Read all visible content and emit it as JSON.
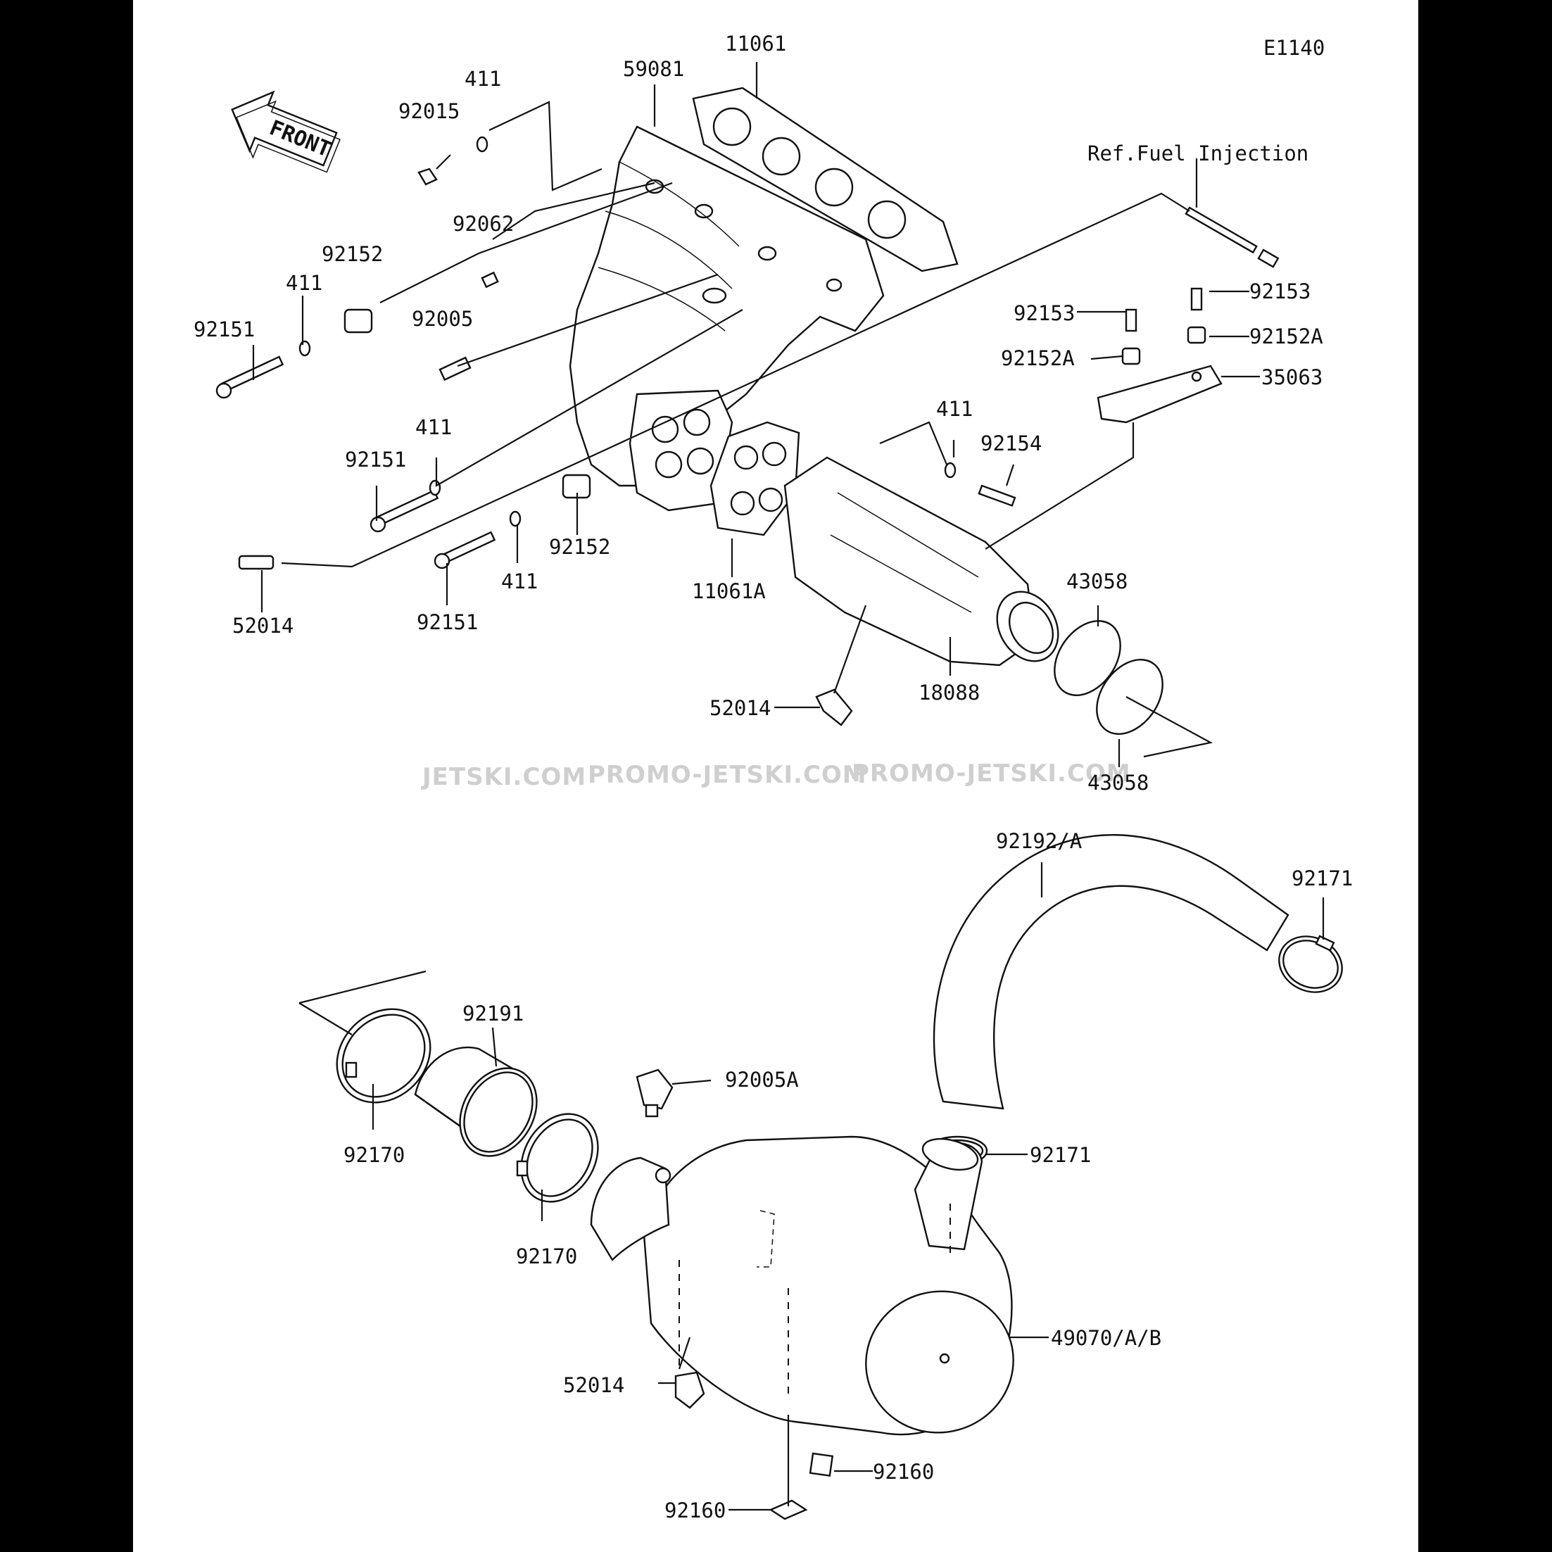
{
  "diagram_id": "E1140",
  "reference_note": "Ref.Fuel Injection",
  "front_arrow_label": "FRONT",
  "watermarks": [
    "JETSKI.COM",
    "PROMO-JETSKI.COM",
    "PROMO-JETSKI.COM"
  ],
  "part_labels": [
    "11061",
    "59081",
    "411",
    "92015",
    "92062",
    "92152",
    "411",
    "92151",
    "92005",
    "411",
    "92151",
    "52014",
    "92151",
    "411",
    "92152",
    "11061A",
    "52014",
    "18088",
    "43058",
    "43058",
    "92153",
    "92153",
    "92152A",
    "92152A",
    "35063",
    "411",
    "92154",
    "92192/A",
    "92171",
    "92191",
    "92005A",
    "92170",
    "92170",
    "92171",
    "49070/A/B",
    "52014",
    "92160",
    "92160"
  ]
}
